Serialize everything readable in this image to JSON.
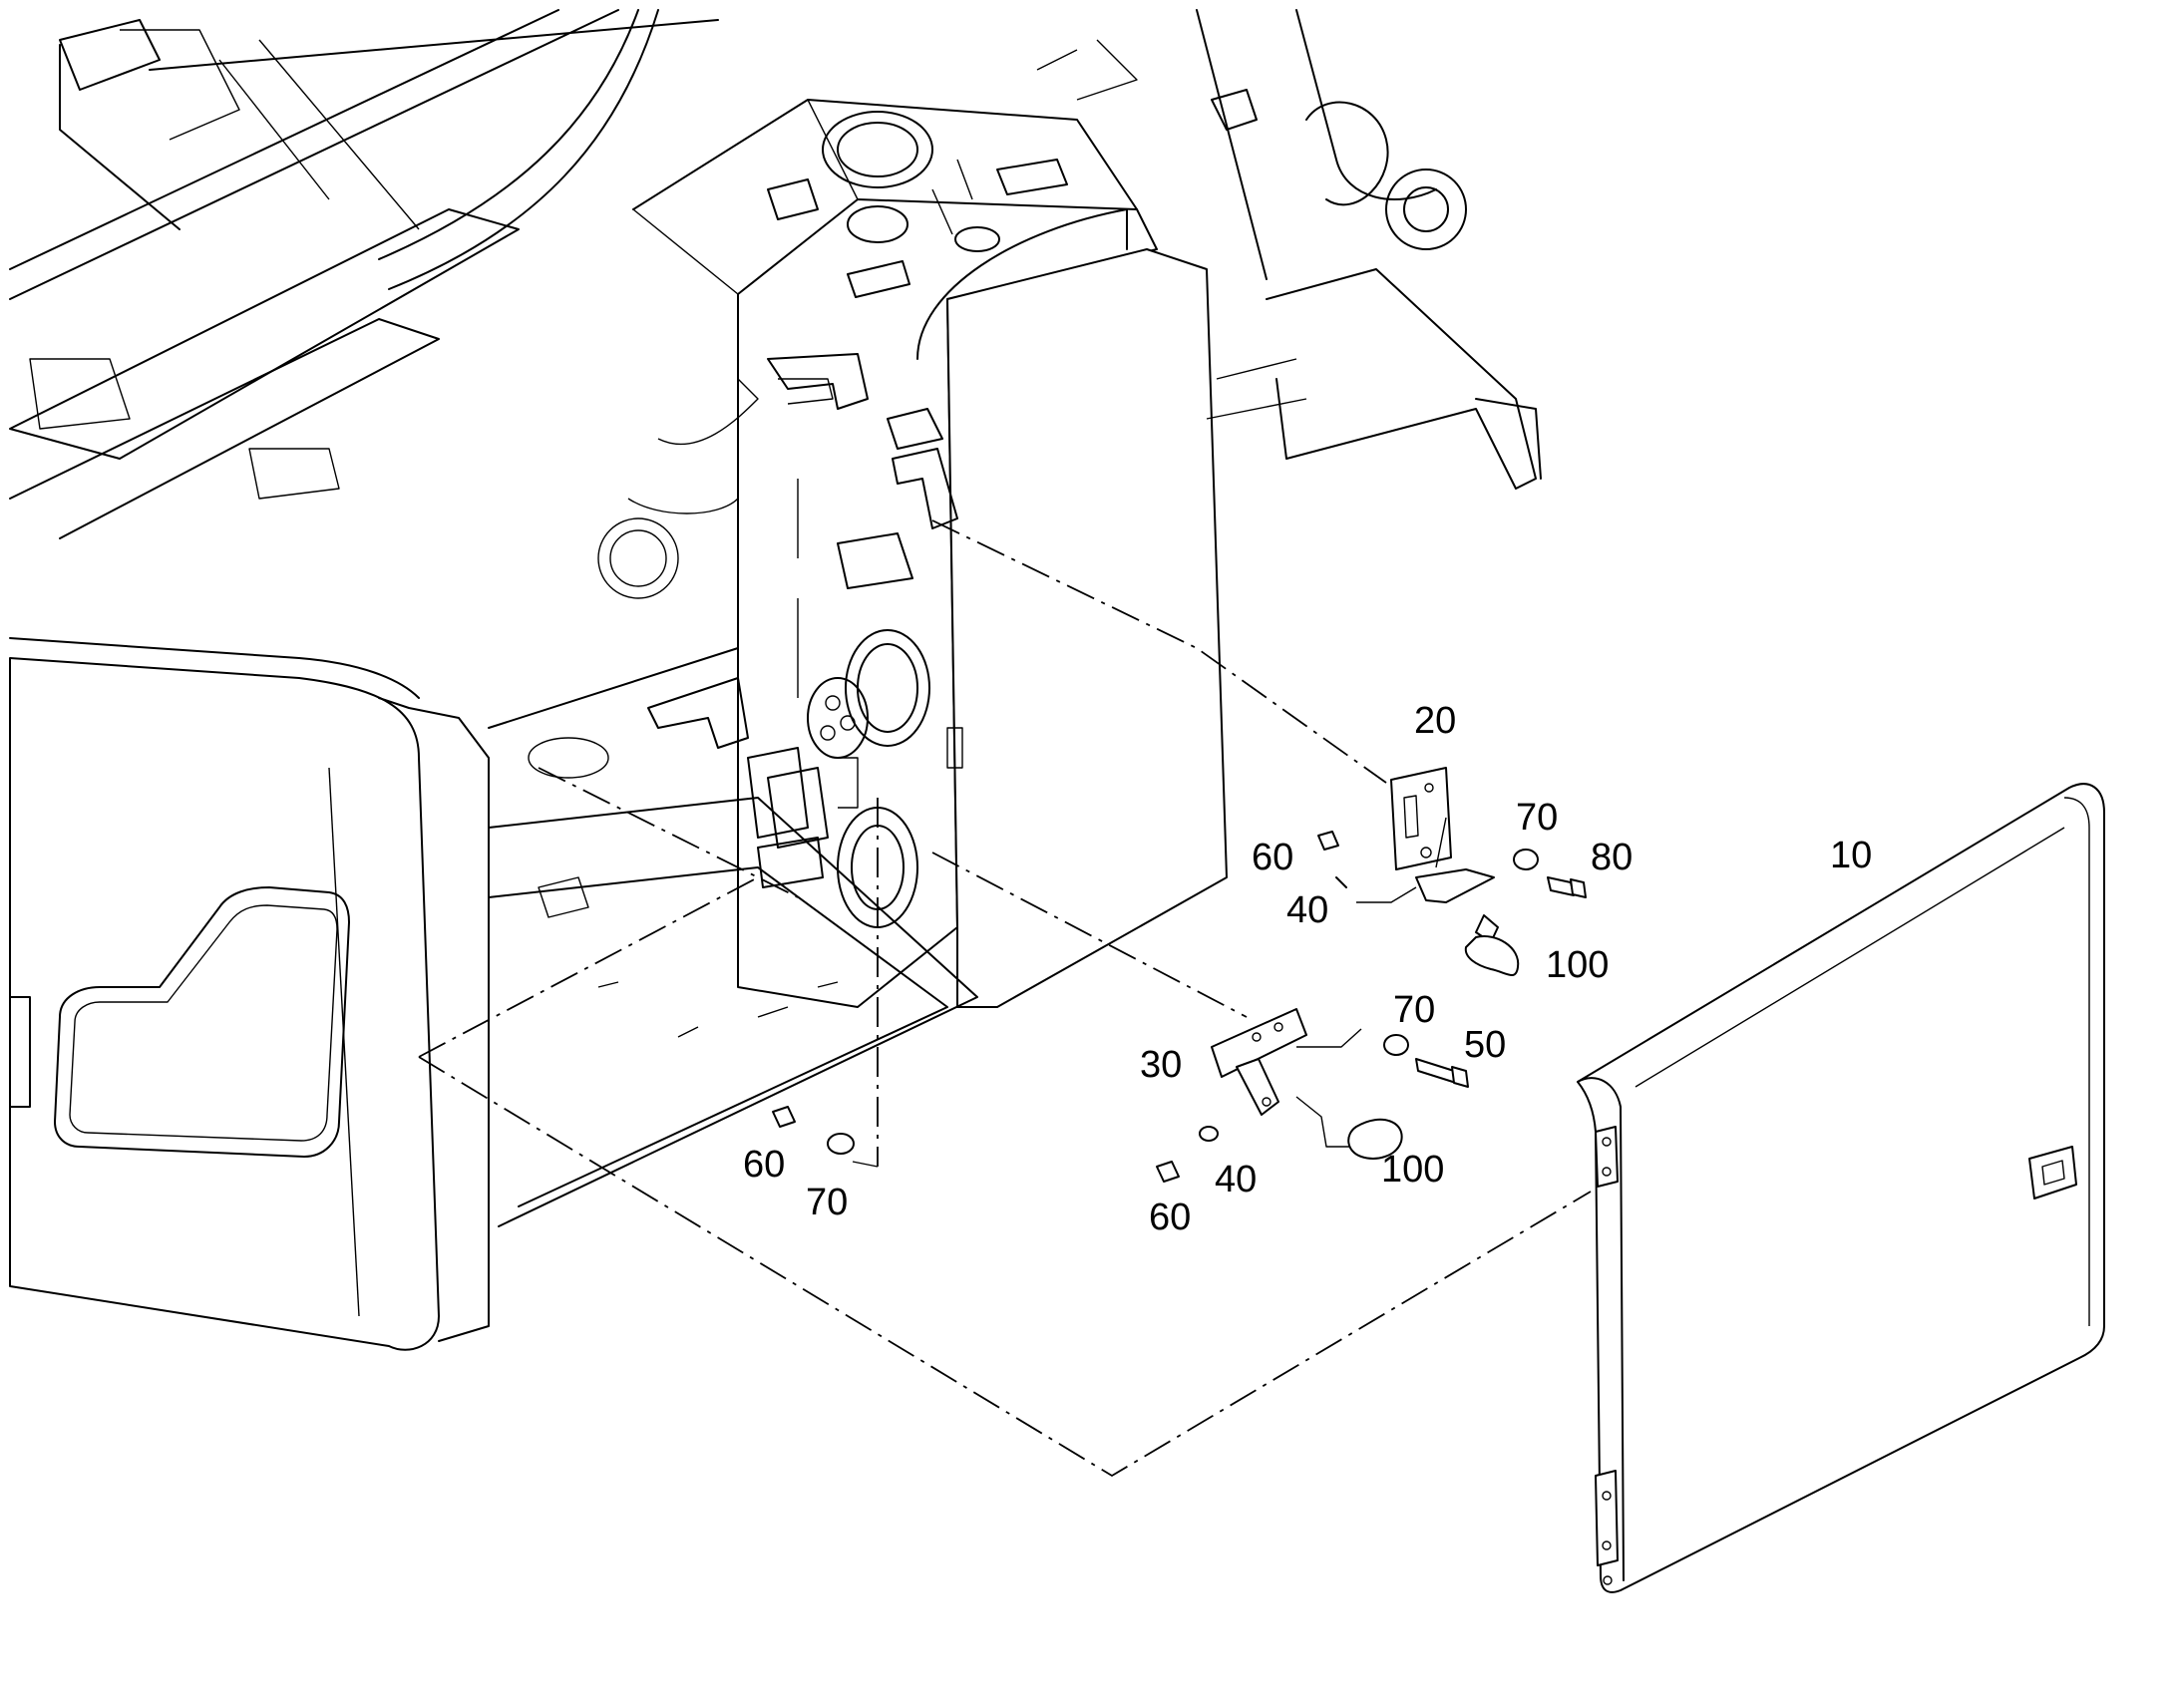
{
  "callouts": {
    "c10": "10",
    "c20": "20",
    "c30": "30",
    "c40a": "40",
    "c40b": "40",
    "c50": "50",
    "c60a": "60",
    "c60b": "60",
    "c60c": "60",
    "c70a": "70",
    "c70b": "70",
    "c70c": "70",
    "c80": "80",
    "c100a": "100",
    "c100b": "100"
  }
}
